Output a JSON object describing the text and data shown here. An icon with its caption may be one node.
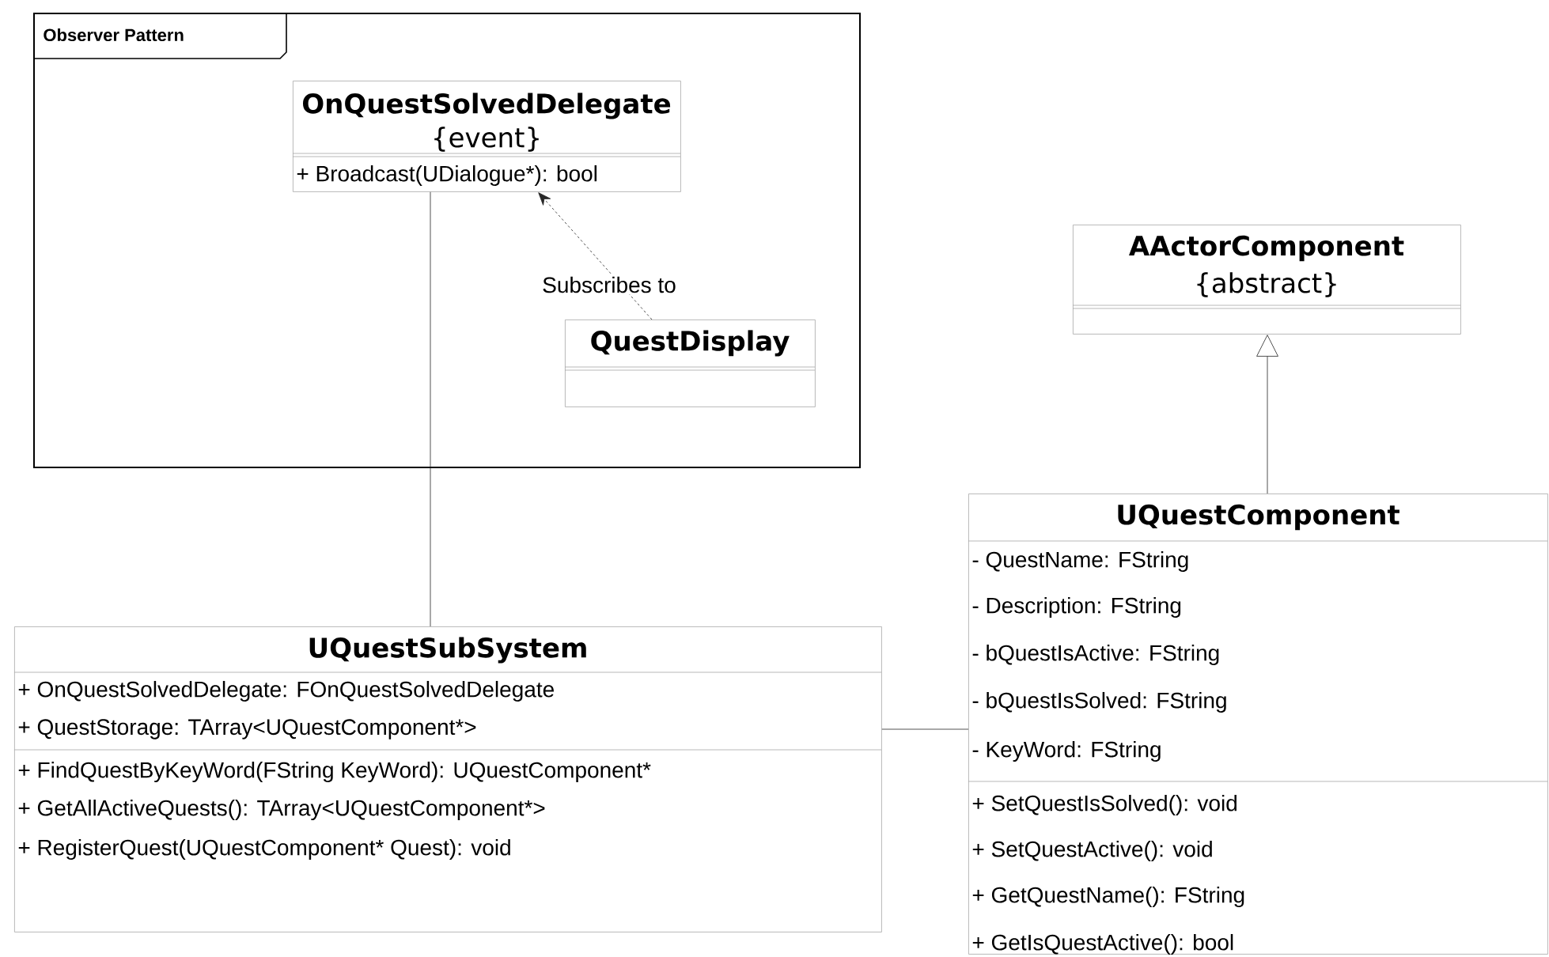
{
  "diagram": {
    "nodes": [
      {
        "text": [
          "Observer Pattern"
        ]
      },
      {
        "text": [
          "OnQuestSolvedDelegate",
          "{event}",
          "+ Broadcast(UDialogue*): bool"
        ],
        "in": 0
      },
      {
        "text": [
          "QuestDisplay"
        ],
        "in": 0
      },
      {
        "text": [
          "AActorComponent",
          "{abstract}"
        ]
      },
      {
        "text": [
          "UQuestComponent",
          "- QuestName: FString",
          "- Description: FString",
          "- bQuestIsActive: FString",
          "- bQuestIsSolved: FString",
          "- KeyWord: FString",
          "+ SetQuestIsSolved(): void",
          "+ SetQuestActive(): void",
          "+ GetQuestName(): FString",
          "+ GetIsQuestActive(): bool"
        ]
      },
      {
        "text": [
          "UQuestSubSystem",
          "+ OnQuestSolvedDelegate: FOnQuestSolvedDelegate",
          "+ QuestStorage: TArray<UQuestComponent*>",
          "+ FindQuestByKeyWord(FString KeyWord): UQuestComponent*",
          "+ GetAllActiveQuests(): TArray<UQuestComponent*>",
          "+ RegisterQuest(UQuestComponent* Quest): void"
        ]
      }
    ],
    "edges": [
      {
        "from": 2,
        "to": 1,
        "arrow": "to",
        "label": "Subscribes to",
        "style": "dashed"
      },
      {
        "from": 5,
        "to": 1,
        "arrow": "none"
      },
      {
        "from": 4,
        "to": 3,
        "arrow": "to"
      },
      {
        "from": 5,
        "to": 4,
        "arrow": "none"
      }
    ]
  }
}
